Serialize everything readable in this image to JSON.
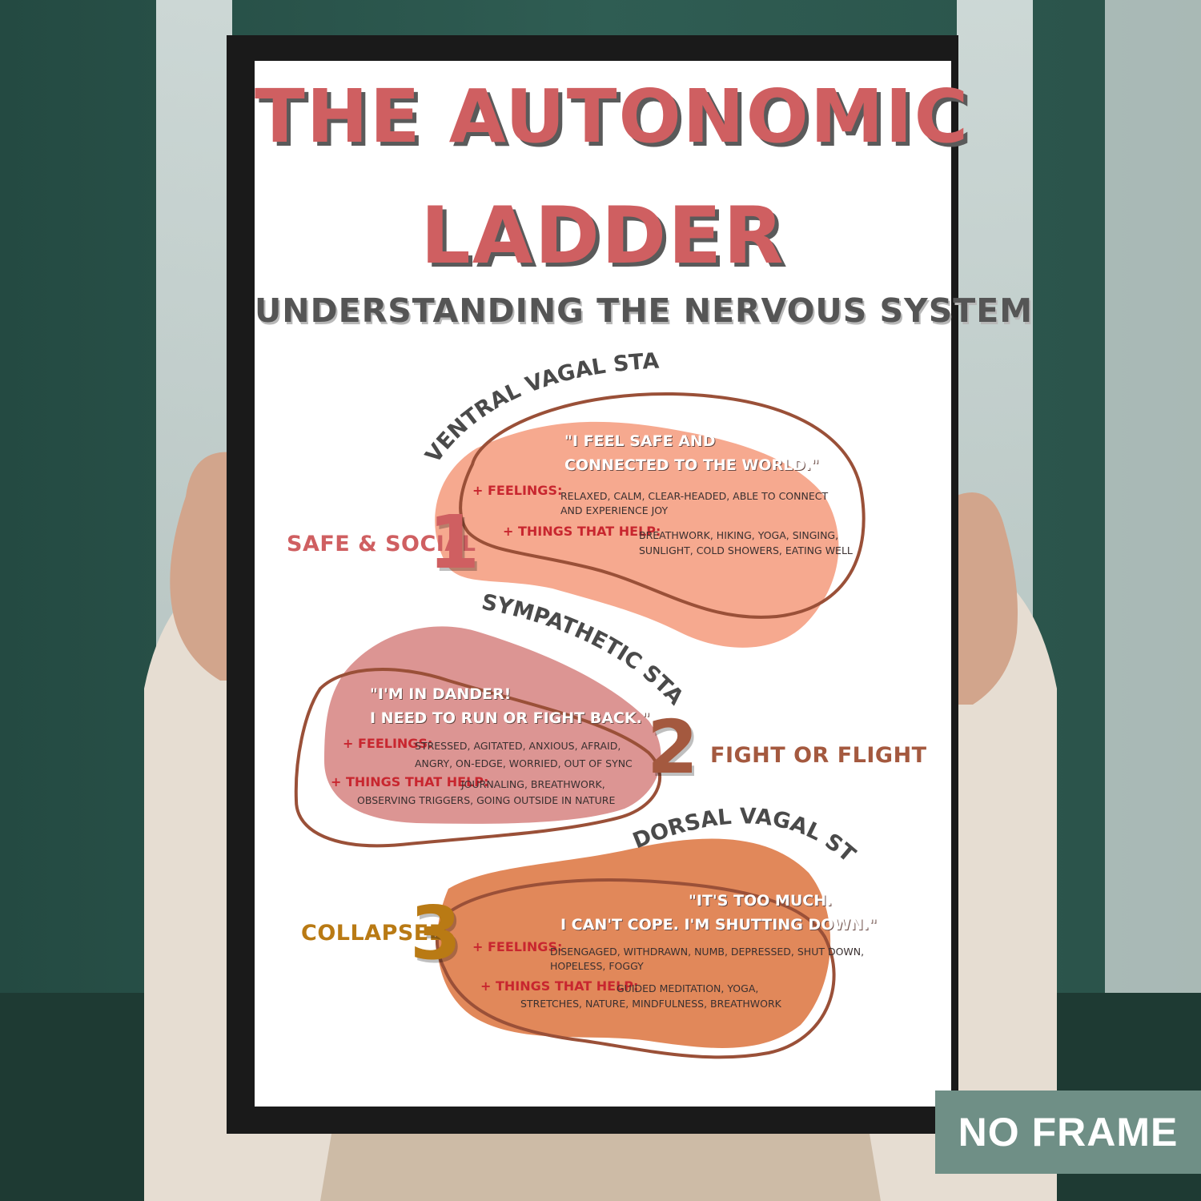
{
  "poster": {
    "title_line1": "THE AUTONOMIC",
    "title_line2": "LADDER",
    "subtitle": "UNDERSTANDING THE NERVOUS SYSTEM"
  },
  "states": [
    {
      "name": "VENTRAL VAGAL STATE",
      "number": "1",
      "side_label": "SAFE & SOCIAL",
      "quote_line1": "\"I FEEL SAFE AND",
      "quote_line2": "CONNECTED TO THE WORLD.\"",
      "feelings_label": "+ FEELINGS:",
      "feelings_line1": "RELAXED, CALM, CLEAR-HEADED, ABLE TO CONNECT",
      "feelings_line2": "AND EXPERIENCE JOY",
      "help_label": "+ THINGS THAT HELP:",
      "help_line1": "BREATHWORK, HIKING, YOGA, SINGING,",
      "help_line2": "SUNLIGHT, COLD SHOWERS, EATING WELL"
    },
    {
      "name": "SYMPATHETIC STATE",
      "number": "2",
      "side_label": "FIGHT OR FLIGHT",
      "quote_line1": "\"I'M IN DANDER!",
      "quote_line2": "I NEED TO RUN OR FIGHT BACK.\"",
      "feelings_label": "+ FEELINGS:",
      "feelings_line1": "STRESSED, AGITATED, ANXIOUS, AFRAID,",
      "feelings_line2": "ANGRY, ON-EDGE, WORRIED, OUT OF SYNC",
      "help_label": "+ THINGS THAT HELP:",
      "help_line1": "JOURNALING, BREATHWORK,",
      "help_line2": "OBSERVING TRIGGERS, GOING OUTSIDE IN NATURE"
    },
    {
      "name": "DORSAL VAGAL STATE",
      "number": "3",
      "side_label": "COLLAPSED",
      "quote_line1": "\"IT'S TOO MUCH.",
      "quote_line2": "I CAN'T COPE.  I'M SHUTTING DOWN.\"",
      "feelings_label": "+ FEELINGS:",
      "feelings_line1": "DISENGAGED, WITHDRAWN, NUMB, DEPRESSED, SHUT DOWN,",
      "feelings_line2": "HOPELESS, FOGGY",
      "help_label": "+ THINGS THAT HELP:",
      "help_line1": "GUIDED MEDITATION, YOGA,",
      "help_line2": "STRETCHES, NATURE, MINDFULNESS, BREATHWORK"
    }
  ],
  "badge": {
    "text": "NO FRAME"
  },
  "colors": {
    "title": "#cf5f61",
    "blob1": "#f6a98f",
    "blob2": "#dc9593",
    "blob3": "#e1885a",
    "outline": "#9a5038",
    "label1": "#cf5f61",
    "label2": "#a4593f",
    "label3": "#b97a14",
    "badge": "#6f8f86"
  }
}
